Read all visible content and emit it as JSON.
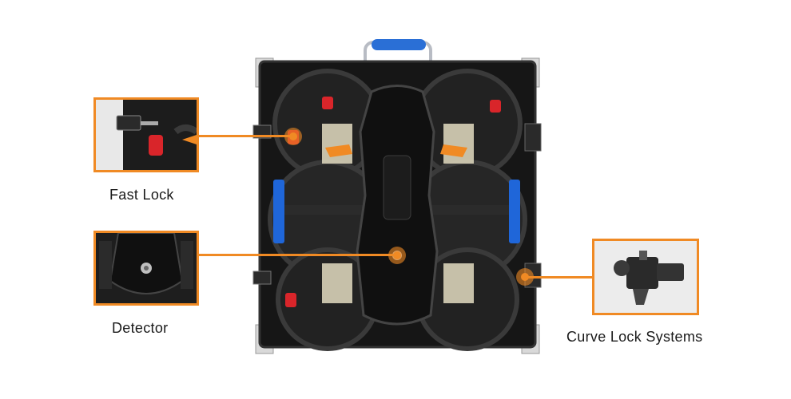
{
  "callouts": [
    {
      "id": "fast-lock",
      "label": "Fast Lock"
    },
    {
      "id": "detector",
      "label": "Detector"
    },
    {
      "id": "curve-lock",
      "label": "Curve Lock Systems"
    }
  ],
  "colors": {
    "accent": "#f08a24",
    "cabinet": "#161616",
    "handle_blue": "#2a6fd6",
    "side_blue": "#1f66d9",
    "lock_red": "#d9252a"
  }
}
